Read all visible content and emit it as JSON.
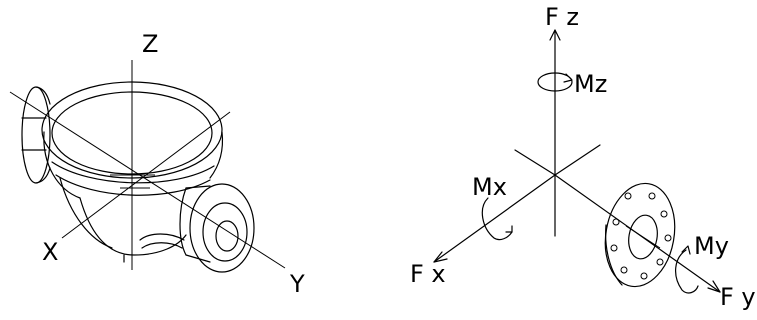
{
  "left_diagram": {
    "axis_labels": {
      "z": "Z",
      "x": "X",
      "y": "Y"
    }
  },
  "right_diagram": {
    "force_labels": {
      "fz": "F z",
      "fx": "F x",
      "fy": "F y"
    },
    "moment_labels": {
      "mz": "Mz",
      "mx": "Mx",
      "my": "My"
    }
  }
}
